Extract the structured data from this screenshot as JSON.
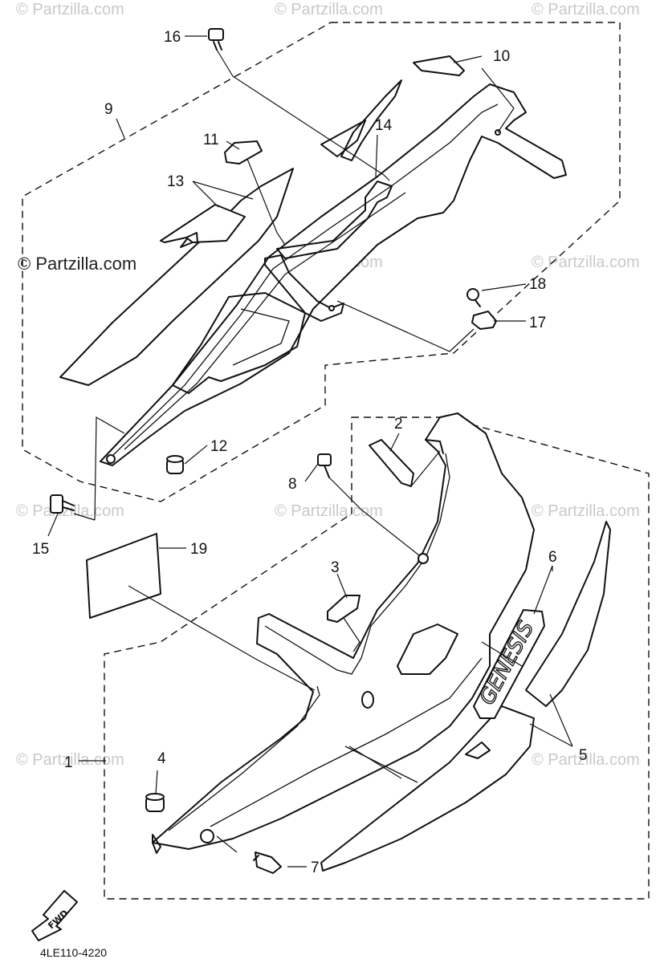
{
  "watermark": "© Partzilla.com",
  "diagram_code": "4LE110-4220",
  "fwd_label": "FWD",
  "emblem_text": "GENESIS",
  "callouts": {
    "c1": "1",
    "c2": "2",
    "c3": "3",
    "c4": "4",
    "c5": "5",
    "c6": "6",
    "c7": "7",
    "c8": "8",
    "c9": "9",
    "c10": "10",
    "c11": "11",
    "c12": "12",
    "c13": "13",
    "c14": "14",
    "c15": "15",
    "c16": "16",
    "c17": "17",
    "c18": "18",
    "c19": "19"
  }
}
